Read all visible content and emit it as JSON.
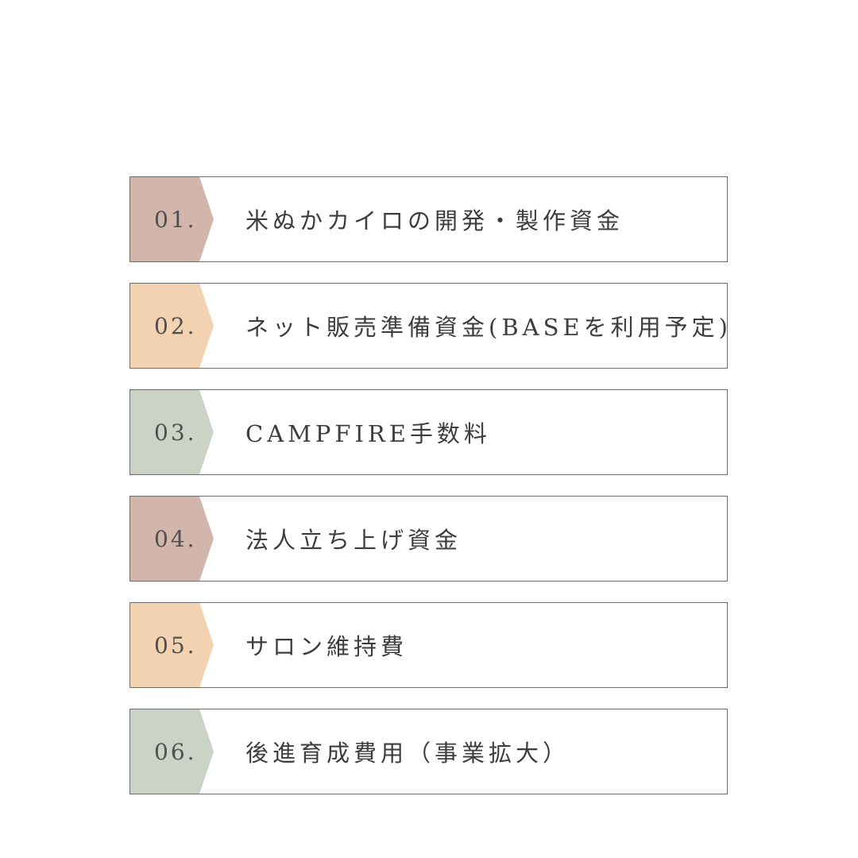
{
  "page": {
    "background_color": "#ffffff",
    "border_color": "#6e6e6e",
    "number_color": "#4f4f4f",
    "label_color": "#3d3d3d"
  },
  "list": {
    "items": [
      {
        "number": "01.",
        "label": "米ぬかカイロの開発・製作資金",
        "arrow_color": "#d2b6ac"
      },
      {
        "number": "02.",
        "label": "ネット販売準備資金(BASEを利用予定)",
        "arrow_color": "#f2d2b0"
      },
      {
        "number": "03.",
        "label": "CAMPFIRE手数料",
        "arrow_color": "#cad3c6"
      },
      {
        "number": "04.",
        "label": "法人立ち上げ資金",
        "arrow_color": "#d2b6ac"
      },
      {
        "number": "05.",
        "label": "サロン維持費",
        "arrow_color": "#f2d2b0"
      },
      {
        "number": "06.",
        "label": "後進育成費用（事業拡大）",
        "arrow_color": "#cad3c6"
      }
    ]
  }
}
